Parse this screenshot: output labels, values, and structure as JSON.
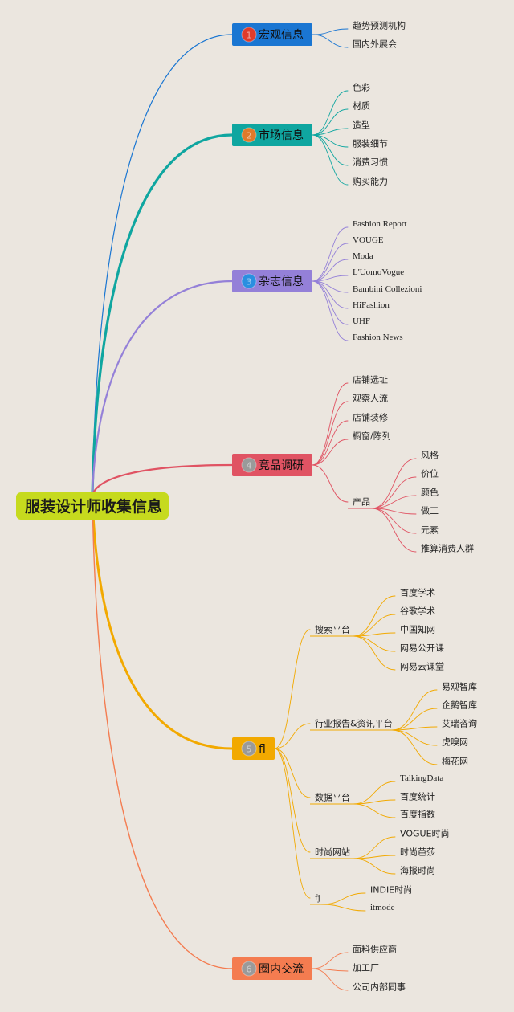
{
  "root": {
    "label": "服装设计师收集信息",
    "color": "#c6da1e"
  },
  "branches": [
    {
      "id": "b1",
      "label": "宏观信息",
      "num": "1",
      "color": "#1a76d2",
      "badge": "#e03b2a",
      "children": [
        {
          "label": "趋势预测机构"
        },
        {
          "label": "国内外展会"
        }
      ]
    },
    {
      "id": "b2",
      "label": "市场信息",
      "num": "2",
      "color": "#0fa6a0",
      "badge": "#e07a2a",
      "children": [
        {
          "label": "色彩"
        },
        {
          "label": "材质"
        },
        {
          "label": "造型"
        },
        {
          "label": "服装细节"
        },
        {
          "label": "消费习惯"
        },
        {
          "label": "购买能力"
        }
      ]
    },
    {
      "id": "b3",
      "label": "杂志信息",
      "num": "3",
      "color": "#9480d8",
      "badge": "#2a8fe0",
      "children": [
        {
          "label": "Fashion Report"
        },
        {
          "label": "VOUGE"
        },
        {
          "label": "Moda"
        },
        {
          "label": "L'UomoVogue"
        },
        {
          "label": "Bambini Collezioni"
        },
        {
          "label": "HiFashion"
        },
        {
          "label": "UHF"
        },
        {
          "label": "Fashion News"
        }
      ]
    },
    {
      "id": "b4",
      "label": "竞品调研",
      "num": "4",
      "color": "#e05363",
      "badge": "#9a9a9a",
      "children": [
        {
          "label": "店铺选址"
        },
        {
          "label": "观察人流"
        },
        {
          "label": "店铺装修"
        },
        {
          "label": "橱窗/陈列"
        },
        {
          "label": "产品",
          "children": [
            {
              "label": "风格"
            },
            {
              "label": "价位"
            },
            {
              "label": "颜色"
            },
            {
              "label": "做工"
            },
            {
              "label": "元素"
            },
            {
              "label": "推算消费人群"
            }
          ]
        }
      ]
    },
    {
      "id": "b5",
      "label": "fl",
      "num": "5",
      "color": "#f2a900",
      "badge": "#9a9a9a",
      "children": [
        {
          "label": "搜索平台",
          "children": [
            {
              "label": "百度学术"
            },
            {
              "label": "谷歌学术"
            },
            {
              "label": "中国知网"
            },
            {
              "label": "网易公开课"
            },
            {
              "label": "网易云课堂"
            }
          ]
        },
        {
          "label": "行业报告&资讯平台",
          "children": [
            {
              "label": "易观智库"
            },
            {
              "label": "企鹅智库"
            },
            {
              "label": "艾瑞咨询"
            },
            {
              "label": "虎嗅网"
            },
            {
              "label": "梅花网"
            }
          ]
        },
        {
          "label": "数据平台",
          "children": [
            {
              "label": "TalkingData"
            },
            {
              "label": "百度统计"
            },
            {
              "label": "百度指数"
            }
          ]
        },
        {
          "label": "时尚网站",
          "children": [
            {
              "label": "VOGUE时尚"
            },
            {
              "label": "时尚芭莎"
            },
            {
              "label": "海报时尚"
            }
          ]
        },
        {
          "label": "fj",
          "children": [
            {
              "label": "INDIE时尚"
            },
            {
              "label": "itmode"
            }
          ]
        }
      ]
    },
    {
      "id": "b6",
      "label": "圈内交流",
      "num": "6",
      "color": "#f47c50",
      "badge": "#9a9a9a",
      "children": [
        {
          "label": "面料供应商"
        },
        {
          "label": "加工厂"
        },
        {
          "label": "公司内部同事"
        }
      ]
    }
  ]
}
